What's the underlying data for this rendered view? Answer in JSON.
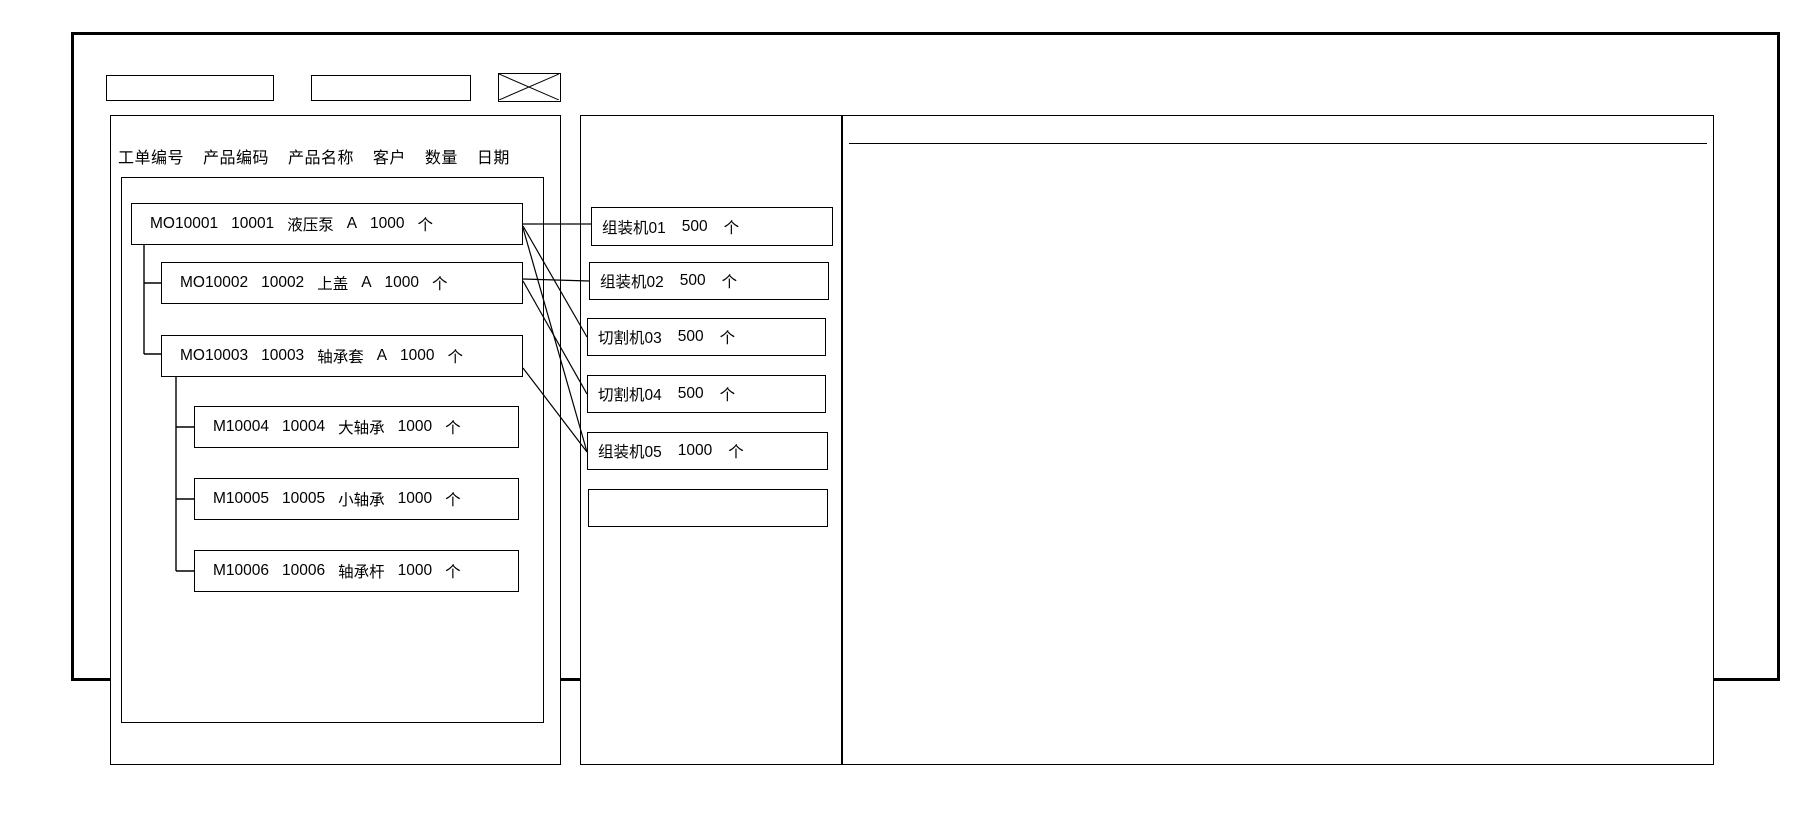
{
  "window": {
    "title": ""
  },
  "toolbar": {
    "field_1_value": "",
    "field_2_value": "",
    "image_placeholder_label": "image-placeholder-icon"
  },
  "left_panel": {
    "columns": [
      "工单编号",
      "产品编码",
      "产品名称",
      "客户",
      "数量",
      "日期"
    ],
    "rows": [
      {
        "level": 0,
        "order_no": "MO10001",
        "product_code": "10001",
        "product_name": "液压泵",
        "customer": "A",
        "quantity": "1000",
        "unit": "个"
      },
      {
        "level": 1,
        "order_no": "MO10002",
        "product_code": "10002",
        "product_name": "上盖",
        "customer": "A",
        "quantity": "1000",
        "unit": "个"
      },
      {
        "level": 1,
        "order_no": "MO10003",
        "product_code": "10003",
        "product_name": "轴承套",
        "customer": "A",
        "quantity": "1000",
        "unit": "个"
      },
      {
        "level": 2,
        "order_no": "M10004",
        "product_code": "10004",
        "product_name": "大轴承",
        "customer": "",
        "quantity": "1000",
        "unit": "个"
      },
      {
        "level": 2,
        "order_no": "M10005",
        "product_code": "10005",
        "product_name": "小轴承",
        "customer": "",
        "quantity": "1000",
        "unit": "个"
      },
      {
        "level": 2,
        "order_no": "M10006",
        "product_code": "10006",
        "product_name": "轴承杆",
        "customer": "",
        "quantity": "1000",
        "unit": "个"
      }
    ]
  },
  "middle_panel": {
    "cards": [
      {
        "machine": "组装机01",
        "quantity": "500",
        "unit": "个"
      },
      {
        "machine": "组装机02",
        "quantity": "500",
        "unit": "个"
      },
      {
        "machine": "切割机03",
        "quantity": "500",
        "unit": "个"
      },
      {
        "machine": "切割机04",
        "quantity": "500",
        "unit": "个"
      },
      {
        "machine": "组装机05",
        "quantity": "1000",
        "unit": "个"
      },
      {
        "machine": "",
        "quantity": "",
        "unit": ""
      }
    ]
  },
  "right_panel": {
    "content": ""
  },
  "colors": {
    "stroke": "#000000",
    "background": "#ffffff"
  }
}
